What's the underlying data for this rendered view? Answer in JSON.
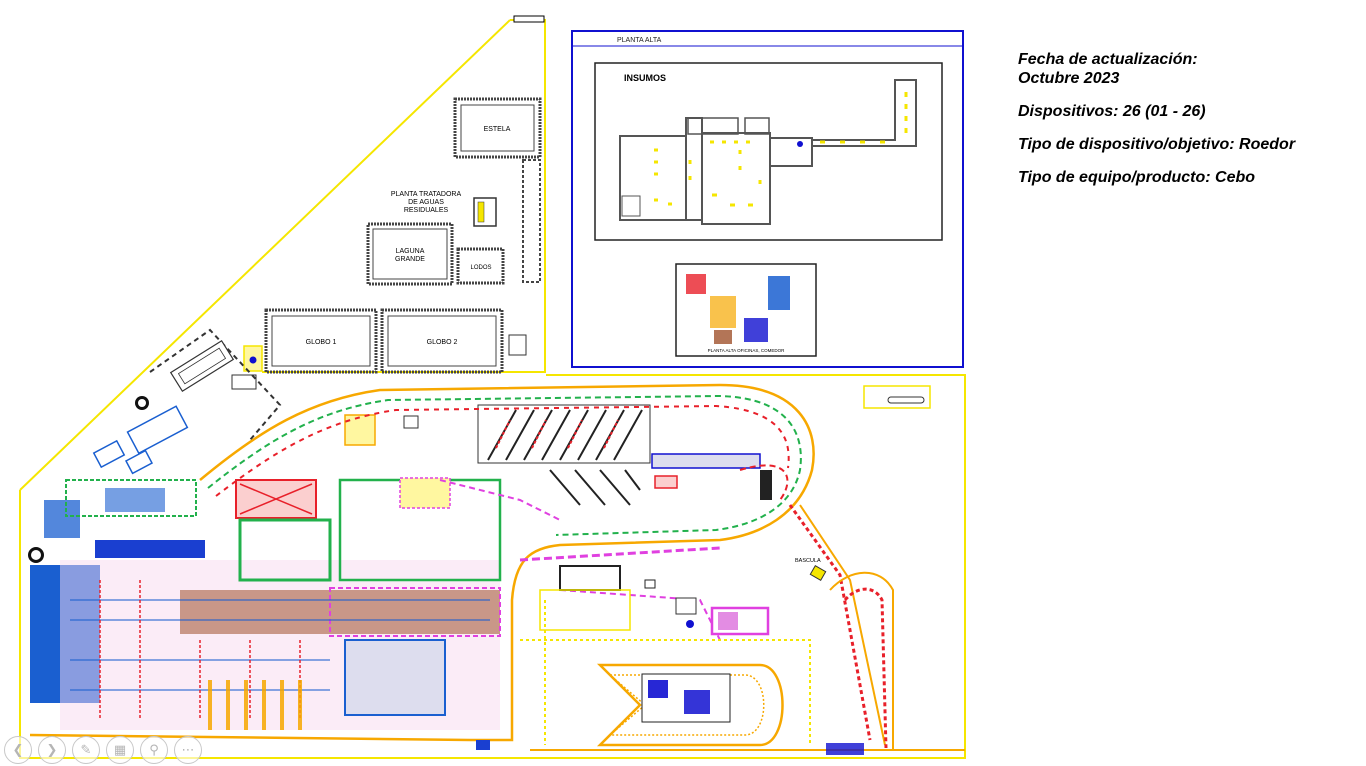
{
  "info": {
    "update_label": "Fecha de actualización:",
    "update_value": "Octubre 2023",
    "devices": "Dispositivos: 26 (01 - 26)",
    "device_type": "Tipo de dispositivo/objetivo: Roedor",
    "equipment_type": "Tipo de equipo/producto: Cebo"
  },
  "plan_labels": {
    "planta_alta": "PLANTA ALTA",
    "insumos": "INSUMOS",
    "estela": "ESTELA",
    "ptar_line1": "PLANTA TRATADORA",
    "ptar_line2": "DE AGUAS",
    "ptar_line3": "RESIDUALES",
    "laguna_line1": "LAGUNA",
    "laguna_line2": "GRANDE",
    "lodos": "LODOS",
    "globo1": "GLOBO 1",
    "globo2": "GLOBO 2",
    "bascula": "BASCULA",
    "oficinas_comedor": "PLANTA ALTA OFICINAS, COMEDOR"
  },
  "toolbar": {
    "icons": [
      "previous-icon",
      "next-icon",
      "pen-icon",
      "slides-icon",
      "zoom-icon",
      "more-icon"
    ],
    "glyphs": [
      "❮",
      "❯",
      "✎",
      "▦",
      "⚲",
      "⋯"
    ]
  },
  "colors": {
    "outline_yellow": "#f5e600",
    "route_orange": "#f7a800",
    "route_green": "#22b14c",
    "route_red": "#e8202a",
    "route_magenta": "#e040e0",
    "frame_blue": "#1010d0",
    "building_blue": "#1a5fd0"
  }
}
